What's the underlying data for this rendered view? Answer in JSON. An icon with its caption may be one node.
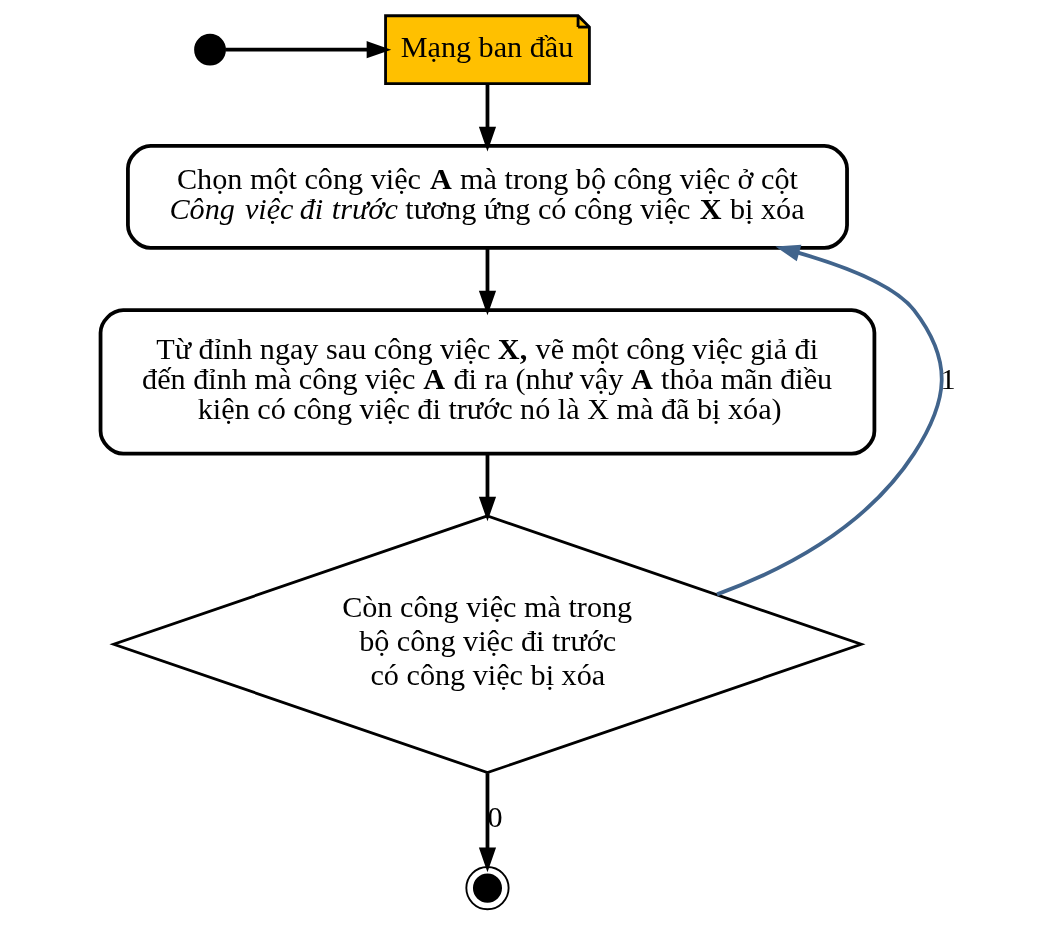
{
  "diagram": {
    "nodes": [
      {
        "text": [],
        "shape": "circle"
      },
      {
        "text": [
          "Mạng ban đầu"
        ]
      },
      {
        "text": [
          "Chọn một công việc **A** mà trong bộ công việc ở cột *Công việc đi trước* tương ứng có công việc **X** bị xóa"
        ]
      },
      {
        "text": [
          "Từ đỉnh ngay sau công việc **X,** vẽ một công việc giả đi đến đỉnh mà công việc **A** đi ra (như vậy **A** thỏa mãn điều kiện có công việc đi trước nó là X mà đã bị xóa)"
        ]
      },
      {
        "text": [
          "Còn công việc mà trong bộ công việc đi trước có công việc bị xóa"
        ]
      },
      {
        "text": [],
        "shape": "circle"
      }
    ],
    "edges": [
      {
        "from": 0,
        "to": 1,
        "arrow": "to"
      },
      {
        "from": 1,
        "to": 2,
        "arrow": "to"
      },
      {
        "from": 2,
        "to": 3,
        "arrow": "to"
      },
      {
        "from": 3,
        "to": 4,
        "arrow": "to"
      },
      {
        "from": 4,
        "to": 2,
        "arrow": "to",
        "label": "1",
        "color": "#41648c"
      },
      {
        "from": 4,
        "to": 5,
        "arrow": "to",
        "label": "0"
      }
    ]
  }
}
